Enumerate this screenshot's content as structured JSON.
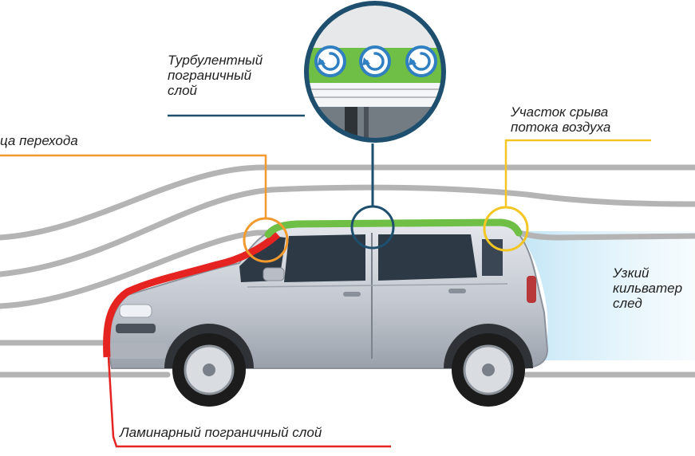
{
  "labels": {
    "turbulent": [
      "Турбулентный",
      "пограничный",
      "слой"
    ],
    "transition": "ца перехода",
    "separation": [
      "Участок срыва",
      "потока воздуха"
    ],
    "wake": [
      "Узкий",
      "кильватер",
      "след"
    ],
    "laminar": "Ламинарный пограничный слой"
  },
  "colors": {
    "streamline": "#b4b4b4",
    "laminar_layer": "#e52421",
    "turbulent_layer": "#6fbe45",
    "transition_marker": "#f29a2e",
    "separation_marker": "#f3c623",
    "turbulent_marker": "#1e4f6e",
    "wake_fill": "#bfe4f5",
    "car_body": "#c7ccd4",
    "glass": "#2d3a46",
    "tire": "#1c1c1c"
  }
}
